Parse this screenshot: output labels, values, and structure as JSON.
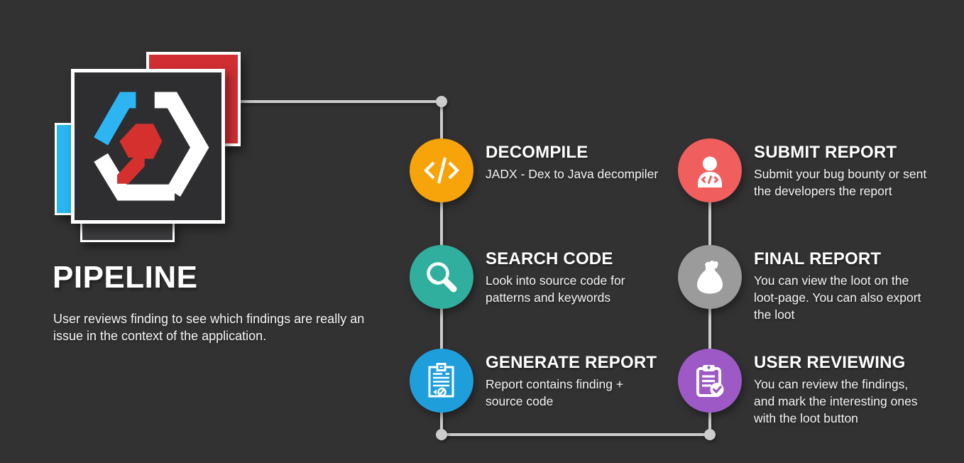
{
  "background_color": "#333233",
  "connector": {
    "color": "#cccccc"
  },
  "logo": {
    "name": "hexagon-code-logo",
    "colors": {
      "red_square": "#d02e33",
      "cyan_bar": "#29b6f0",
      "dark_square": "#2e2d2f",
      "strip": "#3a393b",
      "hex_white": "#ffffff",
      "hex_cyan": "#2cb5f2",
      "hex_red": "#d5302e"
    }
  },
  "header": {
    "title": "PIPELINE",
    "subtitle": "User reviews finding to see which findings are really an\nissue in the context of the application."
  },
  "steps": [
    {
      "id": "decompile",
      "title": "DECOMPILE",
      "description": "JADX - Dex to Java decompiler",
      "icon": "code-icon",
      "color": "#f7a30a"
    },
    {
      "id": "search-code",
      "title": "SEARCH CODE",
      "description": "Look into source code for\npatterns and keywords",
      "icon": "magnifier-icon",
      "color": "#30ae9e"
    },
    {
      "id": "generate-report",
      "title": "GENERATE REPORT",
      "description": "Report contains finding +\nsource code",
      "icon": "report-icon",
      "color": "#1e9fdb"
    },
    {
      "id": "submit-report",
      "title": "SUBMIT REPORT",
      "description": "Submit your bug bounty or sent\nthe developers the report",
      "icon": "person-code-icon",
      "color": "#f15e5e"
    },
    {
      "id": "final-report",
      "title": "FINAL REPORT",
      "description": "You can view the loot on the\nloot-page. You can also export\nthe loot",
      "icon": "money-bag-icon",
      "color": "#9b9b9b"
    },
    {
      "id": "user-reviewing",
      "title": "USER REVIEWING",
      "description": "You can review the findings,\nand mark the interesting ones\nwith the loot button",
      "icon": "clipboard-check-icon",
      "color": "#9d59c6"
    }
  ]
}
